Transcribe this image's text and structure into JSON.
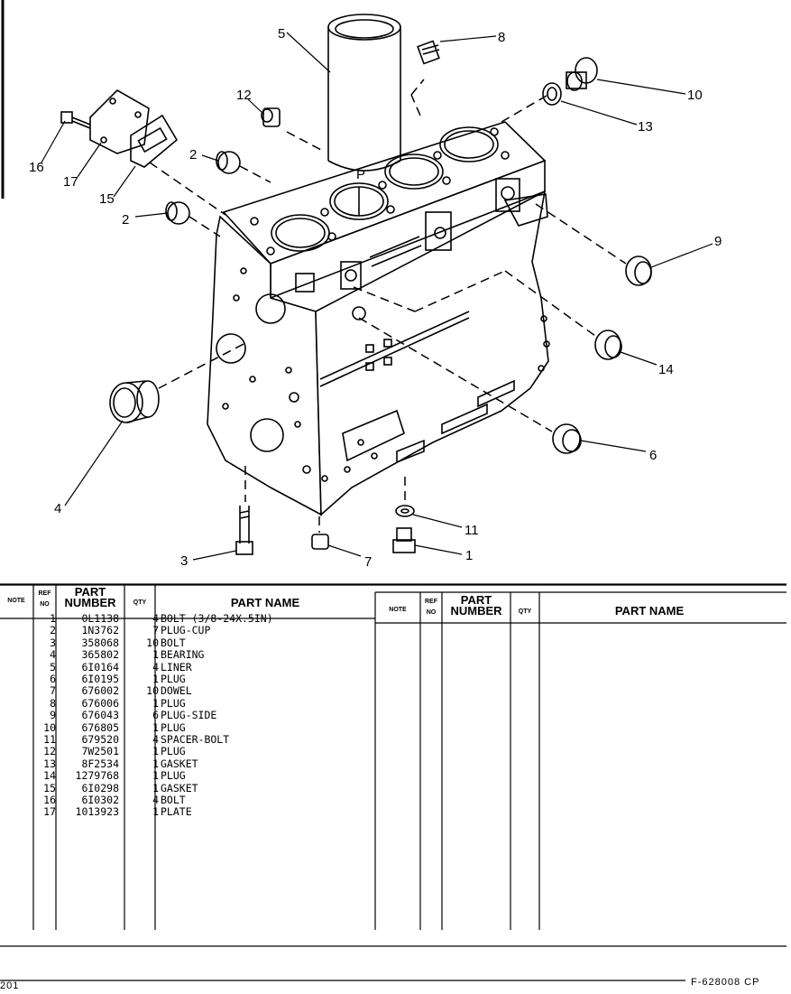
{
  "diagram": {
    "callouts": [
      "1",
      "2",
      "2",
      "3",
      "4",
      "5",
      "6",
      "7",
      "8",
      "9",
      "10",
      "11",
      "12",
      "13",
      "14",
      "15",
      "16",
      "17"
    ],
    "marking": "P"
  },
  "table": {
    "headers": {
      "note": "NOTE",
      "ref_no": [
        "REF",
        "NO"
      ],
      "part_number": [
        "PART",
        "NUMBER"
      ],
      "qty": "QTY",
      "part_name": "PART NAME"
    },
    "rows": [
      {
        "ref": "1",
        "part_number": "0L1138",
        "qty": "4",
        "name": "BOLT (3/8-24X.5IN)"
      },
      {
        "ref": "2",
        "part_number": "1N3762",
        "qty": "7",
        "name": "PLUG-CUP"
      },
      {
        "ref": "3",
        "part_number": "358068",
        "qty": "10",
        "name": "BOLT"
      },
      {
        "ref": "4",
        "part_number": "365802",
        "qty": "1",
        "name": "BEARING"
      },
      {
        "ref": "5",
        "part_number": "6I0164",
        "qty": "4",
        "name": "LINER"
      },
      {
        "ref": "6",
        "part_number": "6I0195",
        "qty": "1",
        "name": "PLUG"
      },
      {
        "ref": "7",
        "part_number": "676002",
        "qty": "10",
        "name": "DOWEL"
      },
      {
        "ref": "8",
        "part_number": "676006",
        "qty": "1",
        "name": "PLUG"
      },
      {
        "ref": "9",
        "part_number": "676043",
        "qty": "6",
        "name": "PLUG-SIDE"
      },
      {
        "ref": "10",
        "part_number": "676805",
        "qty": "1",
        "name": "PLUG"
      },
      {
        "ref": "11",
        "part_number": "679520",
        "qty": "4",
        "name": "SPACER-BOLT"
      },
      {
        "ref": "12",
        "part_number": "7W2501",
        "qty": "1",
        "name": "PLUG"
      },
      {
        "ref": "13",
        "part_number": "8F2534",
        "qty": "1",
        "name": "GASKET"
      },
      {
        "ref": "14",
        "part_number": "1279768",
        "qty": "1",
        "name": "PLUG"
      },
      {
        "ref": "15",
        "part_number": "6I0298",
        "qty": "1",
        "name": "GASKET"
      },
      {
        "ref": "16",
        "part_number": "6I0302",
        "qty": "4",
        "name": "BOLT"
      },
      {
        "ref": "17",
        "part_number": "1013923",
        "qty": "1",
        "name": "PLATE"
      }
    ]
  },
  "footer": {
    "page": "201",
    "figure_code": "F-628008 CP"
  }
}
